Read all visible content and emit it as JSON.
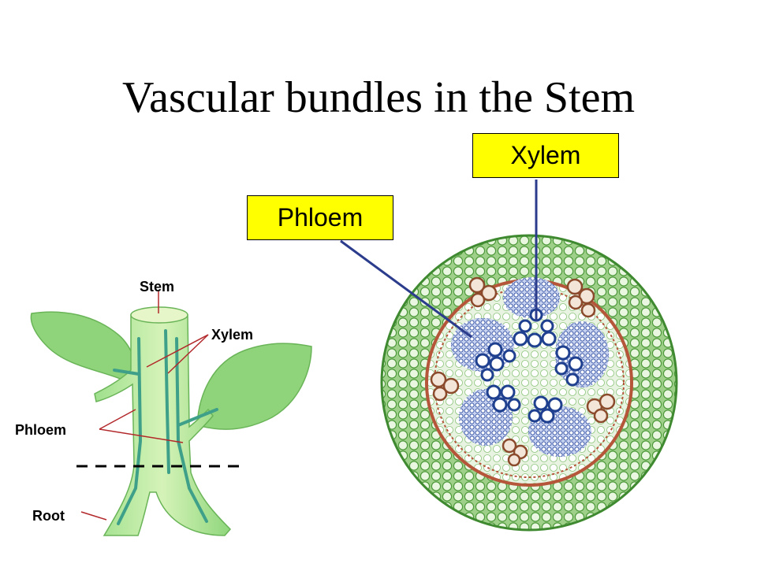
{
  "slide": {
    "title": "Vascular bundles in the Stem"
  },
  "plant_diagram": {
    "labels": {
      "stem": "Stem",
      "xylem": "Xylem",
      "phloem": "Phloem",
      "root": "Root"
    }
  },
  "cross_section": {
    "callouts": {
      "xylem": "Xylem",
      "phloem": "Phloem"
    }
  },
  "colors": {
    "callout_fill": "#ffff00",
    "cortex_green": "#6aa84f",
    "plant_green": "#7fd16a",
    "pith_blue": "#1f3f8f",
    "fiber_brown": "#8b4a2b"
  }
}
